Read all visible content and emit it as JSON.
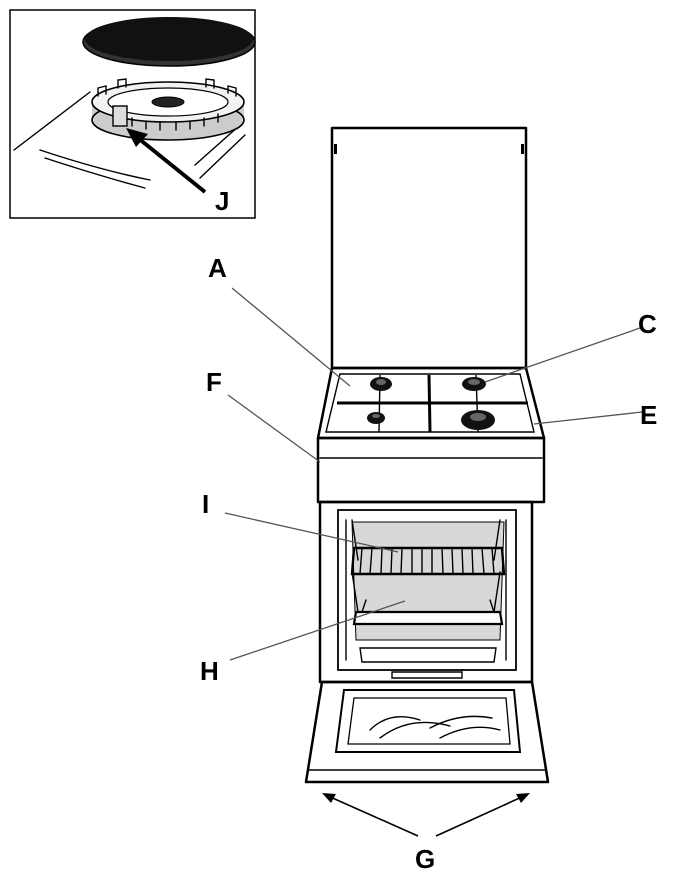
{
  "callouts": {
    "a": "A",
    "c": "C",
    "e": "E",
    "f": "F",
    "g": "G",
    "h": "H",
    "i": "I",
    "j": "J"
  },
  "colors": {
    "line": "#000000",
    "leader": "#555555",
    "shade": "#d8d8d8",
    "burner_cap": "#111111"
  }
}
